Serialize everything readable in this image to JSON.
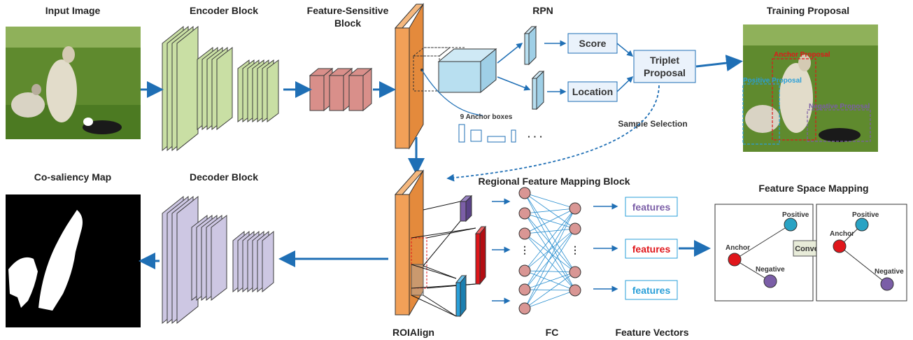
{
  "titles": {
    "input_image": "Input Image",
    "encoder_block": "Encoder Block",
    "feature_sensitive_1": "Feature-Sensitive",
    "feature_sensitive_2": "Block",
    "rpn": "RPN",
    "training_proposal": "Training Proposal",
    "co_saliency_map": "Co-saliency Map",
    "decoder_block": "Decoder Block",
    "regional_feature_mapping": "Regional Feature Mapping Block",
    "feature_space_mapping": "Feature Space Mapping",
    "roialign": "ROIAlign",
    "fc": "FC",
    "feature_vectors": "Feature Vectors"
  },
  "rpn": {
    "score": "Score",
    "location": "Location",
    "triplet_1": "Triplet",
    "triplet_2": "Proposal",
    "anchor_boxes": "9 Anchor boxes",
    "ellipsis": "· · ·",
    "sample_selection": "Sample Selection"
  },
  "proposals": {
    "anchor": "Anchor Proposal",
    "positive": "Positive Proposal",
    "negative": "Negative Proposal"
  },
  "features": [
    {
      "label": "features",
      "color": "#7b5ea7"
    },
    {
      "label": "features",
      "color": "#e0161b"
    },
    {
      "label": "features",
      "color": "#2a9fd8"
    }
  ],
  "space": {
    "positive": "Positive",
    "anchor": "Anchor",
    "negative": "Negative",
    "convert": "Convert"
  },
  "colors": {
    "arrow": "#1f6fb5",
    "encoder": "#c9dfa4",
    "decoder": "#cdc7e3",
    "feature_block": "#d98f8a",
    "orange_map": "#f2a058",
    "rpn_box": "#b8dff0",
    "fc_node": "#d99694",
    "positive": "#2aa3c4",
    "anchor": "#e0161b",
    "negative": "#7b5ea7"
  }
}
